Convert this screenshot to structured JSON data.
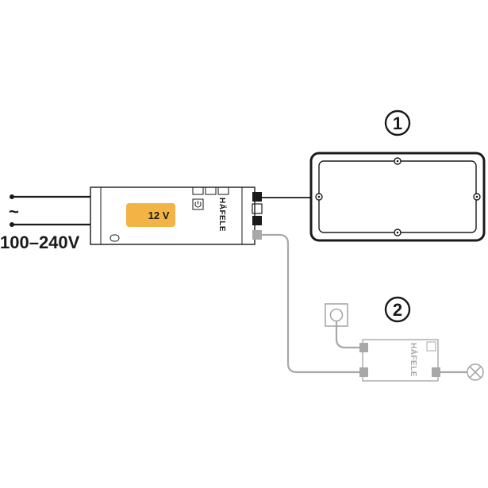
{
  "input": {
    "ac_symbol": "~",
    "voltage_range": "100–240V"
  },
  "driver": {
    "output_voltage": "12 V",
    "brand": "HÄFELE",
    "power_icon": "power-icon",
    "output_badge_color": "#f2b444"
  },
  "callouts": {
    "one": "1",
    "two": "2"
  },
  "secondary": {
    "brand": "HÄFELE",
    "socket_icon": "wall-socket-icon",
    "lamp_icon": "lamp-icon"
  },
  "colors": {
    "primary_stroke": "#1a1a1a",
    "secondary_stroke": "#a8a8a8"
  }
}
